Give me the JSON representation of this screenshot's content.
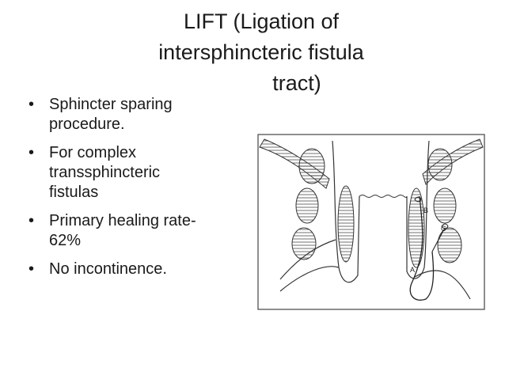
{
  "slide": {
    "title_lines": [
      "LIFT (Ligation of",
      "intersphincteric fistula",
      "tract)"
    ],
    "bullets": [
      {
        "text": "Sphincter sparing\nprocedure."
      },
      {
        "text": "For complex\ntranssphincteric\nfistulas"
      },
      {
        "text": "Primary healing rate-\n62%"
      },
      {
        "text": "No incontinence."
      }
    ],
    "bullet_glyph": "•"
  },
  "figure": {
    "labels": {
      "a": "A",
      "b": "B",
      "c": "C"
    }
  }
}
